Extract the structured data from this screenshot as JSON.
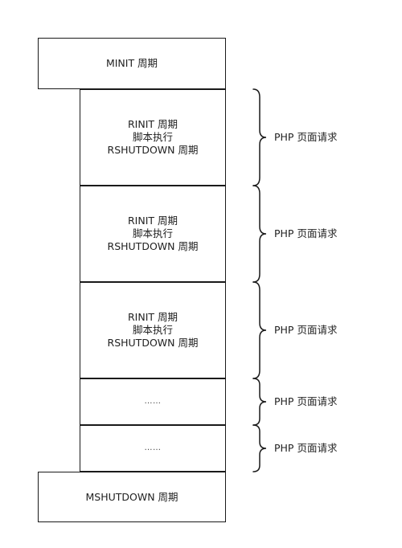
{
  "minit": {
    "label": "MINIT 周期"
  },
  "mshutdown": {
    "label": "MSHUTDOWN 周期"
  },
  "requests": [
    {
      "lines": [
        "RINIT 周期",
        "脚本执行",
        "RSHUTDOWN 周期"
      ]
    },
    {
      "lines": [
        "RINIT 周期",
        "脚本执行",
        "RSHUTDOWN 周期"
      ]
    },
    {
      "lines": [
        "RINIT 周期",
        "脚本执行",
        "RSHUTDOWN 周期"
      ]
    },
    {
      "lines": [
        "……"
      ]
    },
    {
      "lines": [
        "……"
      ]
    }
  ],
  "brace_labels": [
    "PHP 页面请求",
    "PHP 页面请求",
    "PHP 页面请求",
    "PHP 页面请求",
    "PHP 页面请求"
  ]
}
